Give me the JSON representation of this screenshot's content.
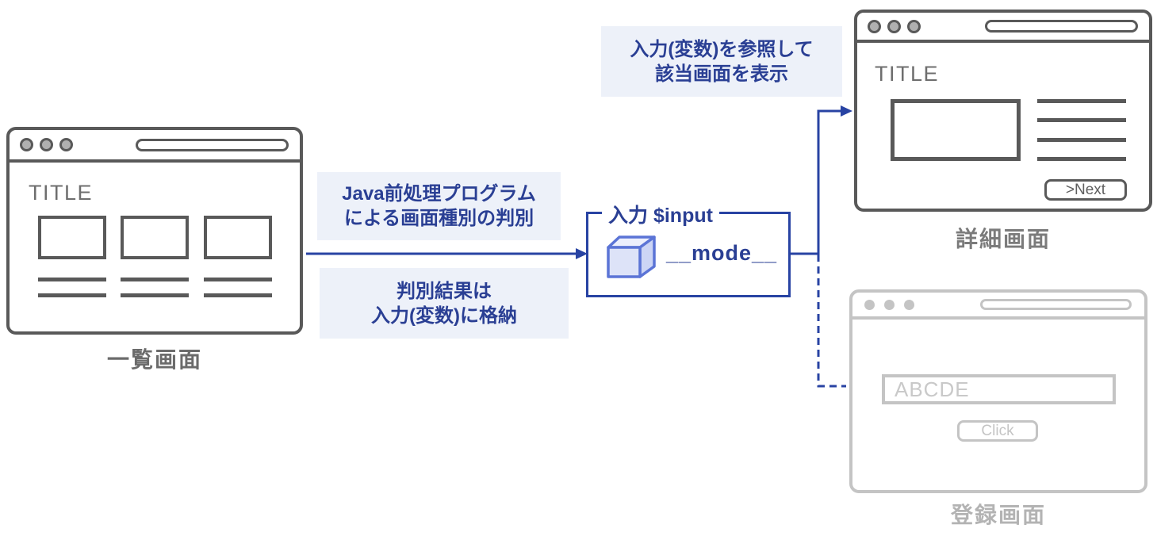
{
  "colors": {
    "accent_blue": "#2843a3",
    "blue_text": "#2a3f94",
    "note_background": "#edf1f9",
    "wireframe_dark": "#595959",
    "wireframe_light": "#c4c4c4",
    "cube_stroke": "#5b74d6",
    "cube_fill": "#dde3f8"
  },
  "annotations": {
    "java_process": {
      "line1": "Java前処理プログラム",
      "line2": "による画面種別の判別"
    },
    "store_result": {
      "line1": "判別結果は",
      "line2": "入力(変数)に格納"
    },
    "refer_input": {
      "line1": "入力(変数)を参照して",
      "line2": "該当画面を表示"
    }
  },
  "input_box": {
    "legend": "入力 $input",
    "variable": "__mode__",
    "icon": "cube-icon"
  },
  "screens": {
    "list": {
      "title": "TITLE",
      "caption": "一覧画面"
    },
    "detail": {
      "title": "TITLE",
      "next_button": ">Next",
      "caption": "詳細画面"
    },
    "register": {
      "input_value": "ABCDE",
      "button": "Click",
      "caption": "登録画面"
    }
  }
}
